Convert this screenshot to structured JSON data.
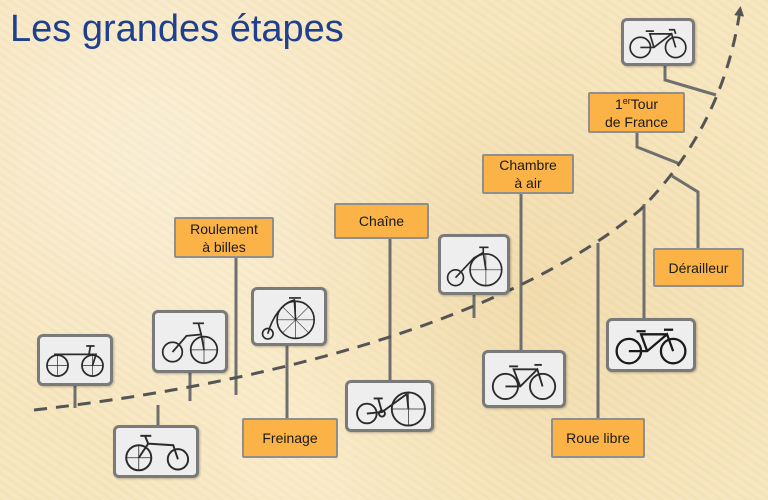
{
  "title": "Les grandes étapes",
  "labels": {
    "roulement_line1": "Roulement",
    "roulement_line2": "à billes",
    "chaine": "Chaîne",
    "chambre_line1": "Chambre",
    "chambre_line2": "à air",
    "tour_num": "1",
    "tour_sup": "er",
    "tour_rest": " Tour",
    "tour_line2": "de France",
    "derailleur": "Dérailleur",
    "freinage": "Freinage",
    "roue_libre": "Roue libre"
  },
  "colors": {
    "label_fill": "#fbb347",
    "title": "#1f3f8f",
    "timeline": "#555555"
  },
  "icons": {
    "card_1": "draisienne-bicycle-icon",
    "card_2": "velocipede-bicycle-icon",
    "card_3": "boneshaker-bicycle-icon",
    "card_4": "penny-farthing-icon",
    "card_5": "chain-safety-bicycle-icon",
    "card_6": "high-wheel-bicycle-icon",
    "card_7": "pneumatic-safety-bicycle-icon",
    "card_8": "freewheel-bicycle-icon",
    "card_9": "modern-racing-bicycle-icon"
  }
}
